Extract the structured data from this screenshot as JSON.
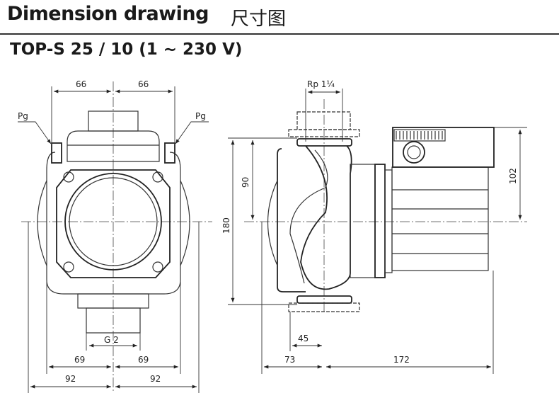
{
  "header": {
    "title": "Dimension drawing",
    "title_cn": "尺寸图",
    "model": "TOP-S 25 / 10 (1 ~ 230 V)"
  },
  "front_view": {
    "dim_top_left": "66",
    "dim_top_right": "66",
    "pg_left": "Pg",
    "pg_right": "Pg",
    "thread": "G 2",
    "dim_mid_left": "69",
    "dim_mid_right": "69",
    "dim_bottom_left": "92",
    "dim_bottom_right": "92"
  },
  "side_view": {
    "thread": "Rp 1¼",
    "dim_height_total": "180",
    "dim_height_half": "90",
    "dim_motor_height": "102",
    "dim_flange": "45",
    "dim_body_depth": "73",
    "dim_motor_length": "172"
  }
}
